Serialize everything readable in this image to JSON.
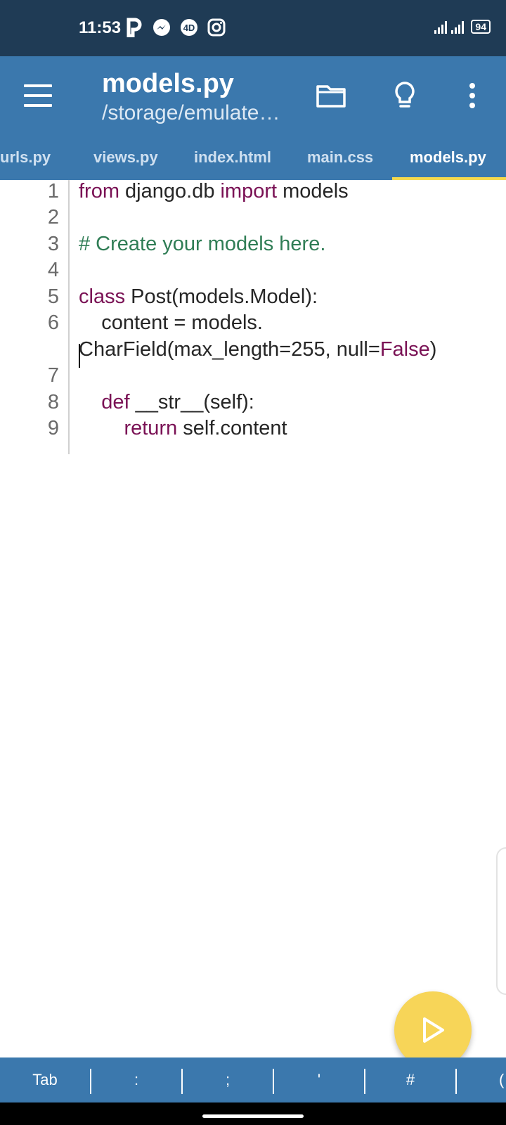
{
  "status_bar": {
    "time": "11:53",
    "notification_icons": [
      "parking-p-icon",
      "messenger-icon",
      "4d-icon",
      "instagram-icon"
    ],
    "battery_level": "94"
  },
  "app_bar": {
    "title": "models.py",
    "subtitle": "/storage/emulate…"
  },
  "tabs": [
    {
      "label": "urls.py"
    },
    {
      "label": "views.py"
    },
    {
      "label": "index.html"
    },
    {
      "label": "main.css"
    },
    {
      "label": "models.py",
      "active": true
    }
  ],
  "editor": {
    "line_numbers": [
      "1",
      "2",
      "3",
      "4",
      "5",
      "6",
      "7",
      "8",
      "9"
    ],
    "lines": {
      "l1": {
        "kw1": "from",
        "t1": " django.db ",
        "kw2": "import",
        "t2": " models"
      },
      "l3": {
        "comment": "# Create your models here."
      },
      "l5": {
        "kw": "class",
        "t": " Post(models.Model):"
      },
      "l6a": {
        "t": "    content = models."
      },
      "l6b": {
        "t": "CharField(max_length=255, null=",
        "kw": "False",
        "t2": ")"
      },
      "l8": {
        "indent": "    ",
        "kw": "def",
        "t": " __str__(self):"
      },
      "l9": {
        "indent": "        ",
        "kw": "return",
        "t": " self.content"
      }
    }
  },
  "keyboard_bar": {
    "keys": [
      "Tab",
      ":",
      ";",
      "'",
      "#",
      "("
    ]
  },
  "colors": {
    "primary": "#3b78ad",
    "status_bar": "#1f3b55",
    "accent": "#f5d94e",
    "keyword": "#7a1255",
    "comment": "#2f7d55"
  }
}
